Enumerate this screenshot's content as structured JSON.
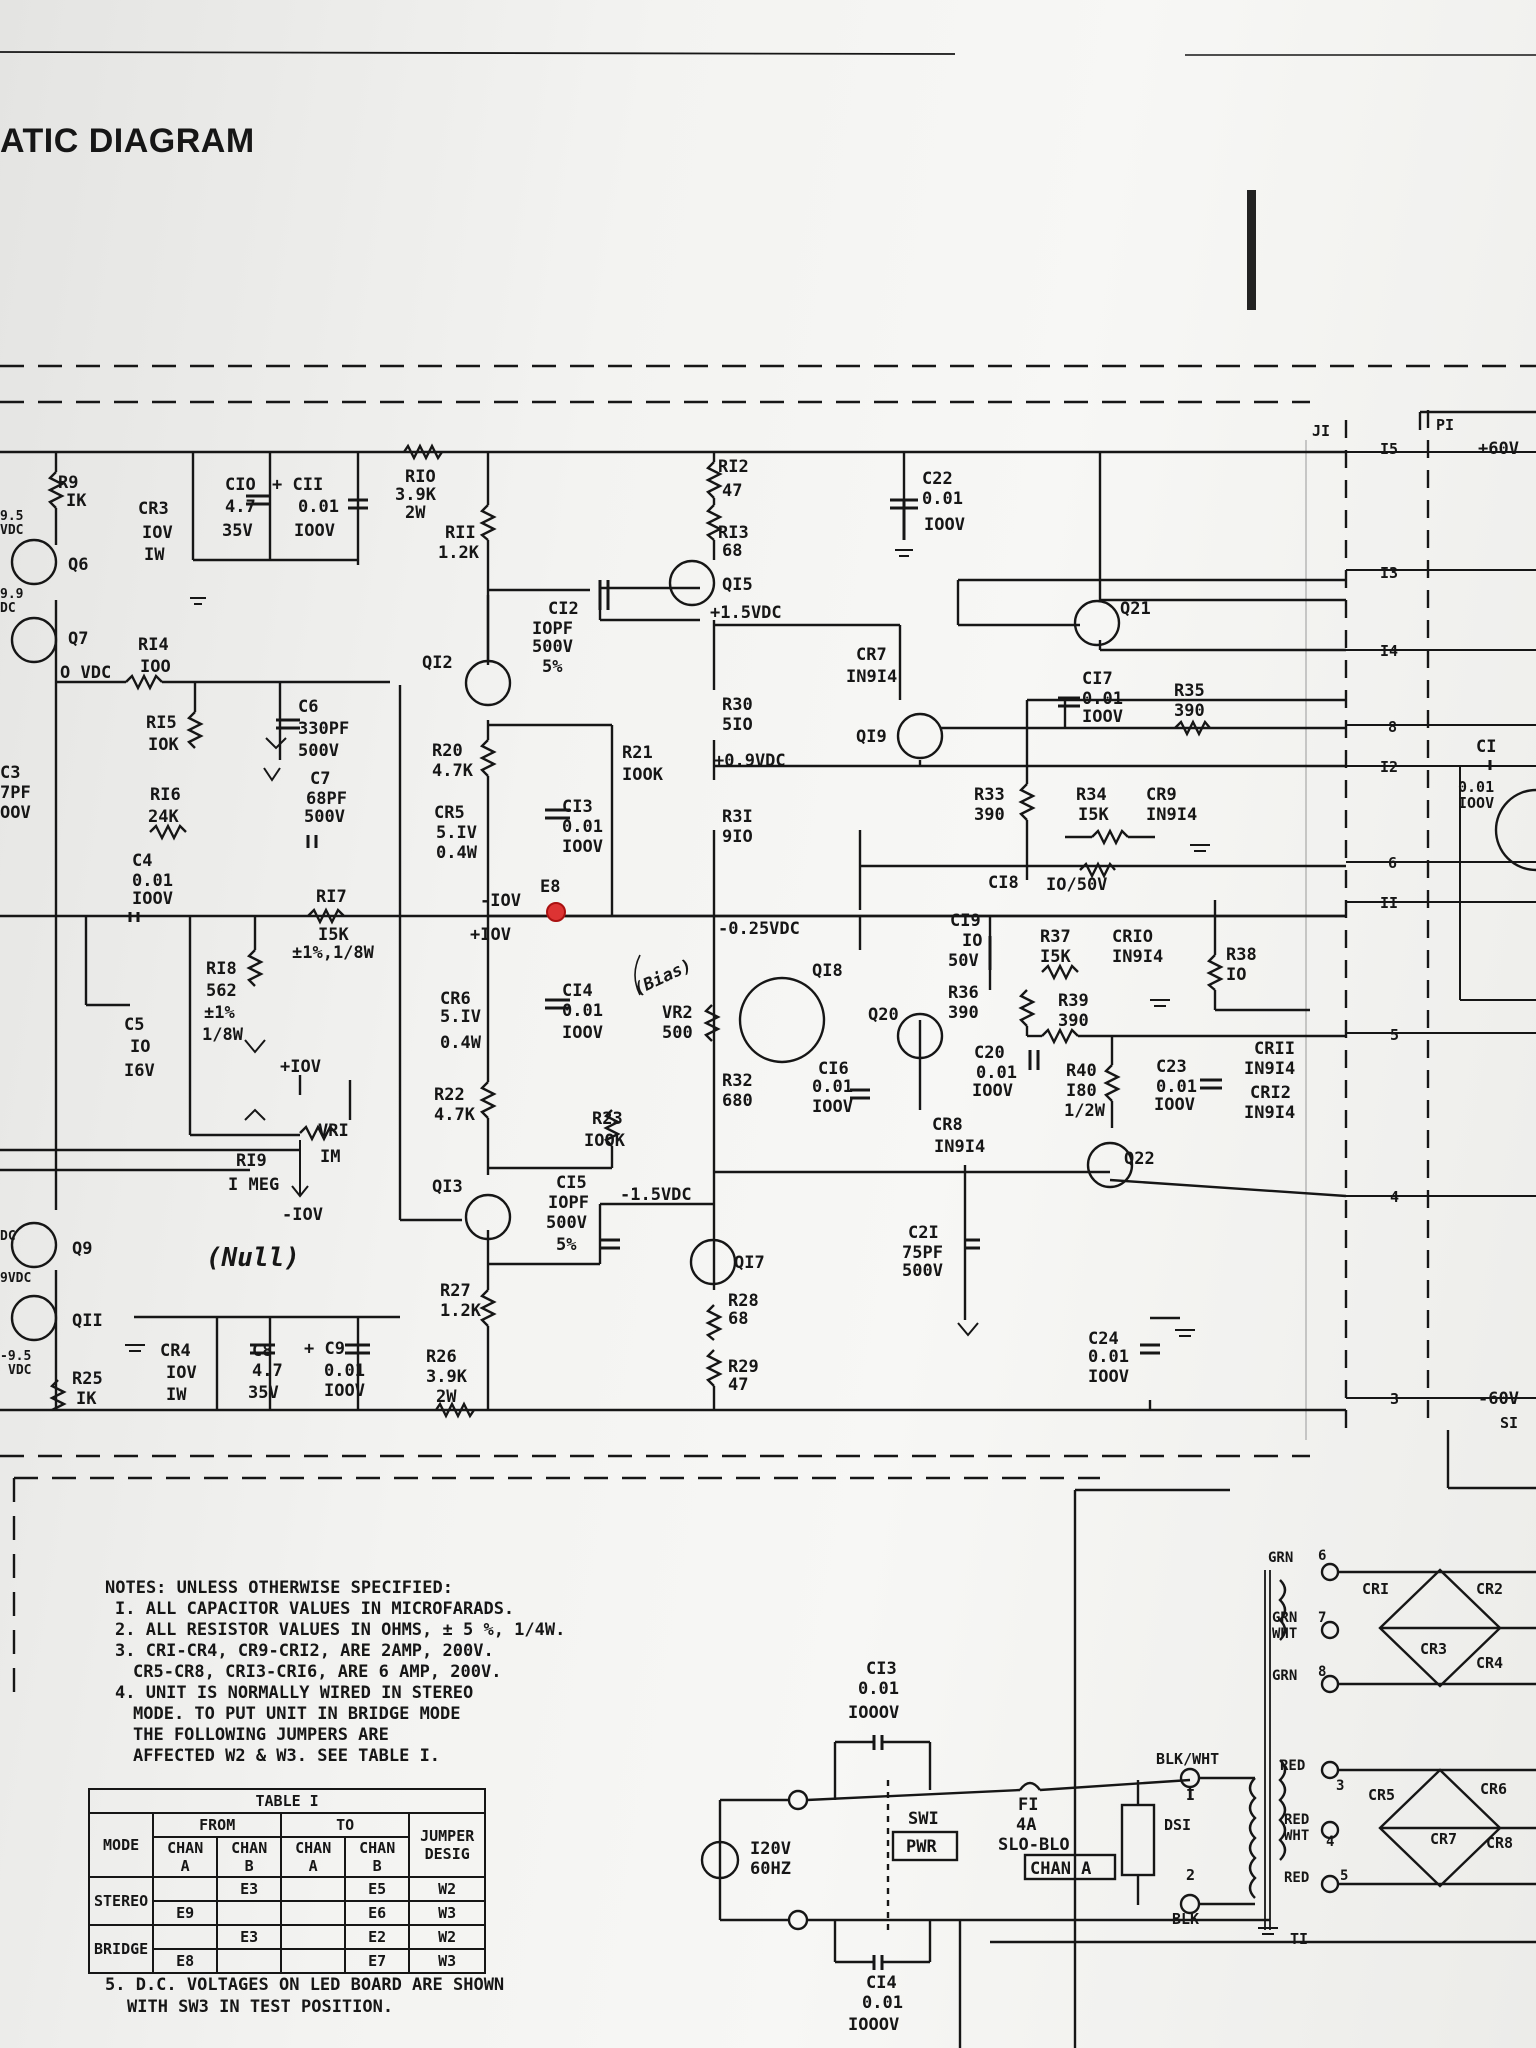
{
  "title": "ATIC DIAGRAM",
  "labels": {
    "r9": "R9",
    "r9v": "IK",
    "v_left1": "9.5",
    "v_left1b": "VDC",
    "q6": "Q6",
    "v_left2": "9.9",
    "v_left2b": "DC",
    "q7": "Q7",
    "cr3": "CR3",
    "cr3v": "IOV",
    "cr3w": "IW",
    "c10": "CIO",
    "c10v": "4.7",
    "c10vv": "35V",
    "c11": "+ CII",
    "c11v": "0.01",
    "c11vv": "IOOV",
    "r10": "RIO",
    "r10v": "3.9K",
    "r10w": "2W",
    "r11": "RII",
    "r11v": "1.2K",
    "r12": "RI2",
    "r12v": "47",
    "r13": "RI3",
    "r13v": "68",
    "q15": "QI5",
    "v15": "+1.5VDC",
    "c22": "C22",
    "c22v": "0.01",
    "c22vv": "IOOV",
    "q21": "Q21",
    "c12": "CI2",
    "c12v": "IOPF",
    "c12vv": "500V",
    "c12p": "5%",
    "q12": "QI2",
    "r14": "RI4",
    "r14v": "IOO",
    "ovdc": "O VDC",
    "r15": "RI5",
    "r15v": "IOK",
    "c6": "C6",
    "c6v": "330PF",
    "c6vv": "500V",
    "c7": "C7",
    "c7v": "68PF",
    "c7vv": "500V",
    "r16": "RI6",
    "r16v": "24K",
    "c3": "C3",
    "c3v": "7PF",
    "c3vv": "OOV",
    "c4": "C4",
    "c4v": "0.01",
    "c4vv": "IOOV",
    "r17": "RI7",
    "r17v": "I5K",
    "r17t": "±1%,1/8W",
    "r20": "R20",
    "r20v": "4.7K",
    "cr5": "CR5",
    "cr5v": "5.IV",
    "cr5w": "0.4W",
    "c13a": "CI3",
    "c13av": "0.01",
    "c13avv": "IOOV",
    "r21": "R21",
    "r21v": "IOOK",
    "m10v": "-IOV",
    "e8": "E8",
    "p10v": "+IOV",
    "cr7": "CR7",
    "cr7v": "IN9I4",
    "r30": "R30",
    "r30v": "5IO",
    "v09": "+0.9VDC",
    "q19": "QI9",
    "c17": "CI7",
    "c17v": "0.01",
    "c17vv": "IOOV",
    "r35": "R35",
    "r35v": "390",
    "r31": "R3I",
    "r31v": "9IO",
    "r33": "R33",
    "r33v": "390",
    "r34": "R34",
    "r34v": "I5K",
    "cr9": "CR9",
    "cr9v": "IN9I4",
    "c18": "CI8",
    "c18v": "IO/50V",
    "v025": "-0.25VDC",
    "q18": "QI8",
    "bias": "(Bias)",
    "vr2": "VR2",
    "vr2v": "500",
    "c19": "CI9",
    "c19v": "IO",
    "c19vv": "50V",
    "r37": "R37",
    "r37v": "I5K",
    "cr10": "CRIO",
    "cr10v": "IN9I4",
    "r38": "R38",
    "r38v": "IO",
    "r36": "R36",
    "r36v": "390",
    "r39": "R39",
    "r39v": "390",
    "q20": "Q20",
    "r18": "RI8",
    "r18v": "562",
    "r18t": "±1%",
    "r18w": "1/8W",
    "c5": "C5",
    "c5v": "IO",
    "c5vv": "I6V",
    "cr6": "CR6",
    "cr6v": "5.IV",
    "cr6w": "0.4W",
    "c14a": "CI4",
    "c14av": "0.01",
    "c14avv": "IOOV",
    "r32": "R32",
    "r32v": "680",
    "c16": "CI6",
    "c16v": "0.01",
    "c16vv": "IOOV",
    "c20": "C20",
    "c20v": "0.01",
    "c20vv": "IOOV",
    "r40": "R40",
    "r40v": "I80",
    "r40w": "1/2W",
    "c23": "C23",
    "c23v": "0.01",
    "c23vv": "IOOV",
    "cr11": "CRII",
    "cr11v": "IN9I4",
    "cr12": "CRI2",
    "cr12v": "IN9I4",
    "p10b": "+IOV",
    "vr1": "VRI",
    "vr1v": "IM",
    "r22": "R22",
    "r22v": "4.7K",
    "r23": "R23",
    "r23v": "IOOK",
    "cr8": "CR8",
    "cr8v": "IN9I4",
    "q22": "Q22",
    "r19": "RI9",
    "r19v": "I MEG",
    "m10b": "-IOV",
    "null": "(Null)",
    "q13": "QI3",
    "c15": "CI5",
    "c15v": "IOPF",
    "c15vv": "500V",
    "c15p": "5%",
    "v15n": "-1.5VDC",
    "c21": "C2I",
    "c21v": "75PF",
    "c21vv": "500V",
    "q9": "Q9",
    "q17": "QI7",
    "v_left3": "DC",
    "v_left4": "9VDC",
    "q11": "QII",
    "r27": "R27",
    "r27v": "1.2K",
    "r28": "R28",
    "r28v": "68",
    "c24": "C24",
    "c24v": "0.01",
    "c24vv": "IOOV",
    "v_left5": "-9.5",
    "v_left5b": "VDC",
    "r25": "R25",
    "r25v": "IK",
    "cr4": "CR4",
    "cr4v": "IOV",
    "cr4w": "IW",
    "c8": "C8",
    "c8v": "4.7",
    "c8vv": "35V",
    "c9": "+ C9",
    "c9v": "0.01",
    "c9vv": "IOOV",
    "r26": "R26",
    "r26v": "3.9K",
    "r26w": "2W",
    "r29": "R29",
    "r29v": "47",
    "j1": "JI",
    "p1": "PI",
    "pin15": "I5",
    "p60": "+60V",
    "pin13": "I3",
    "pin14": "I4",
    "pin8": "8",
    "pin12": "I2",
    "c1": "CI",
    "c1v": "0.01",
    "c1vv": "IOOV",
    "pin6": "6",
    "pin11": "II",
    "pin5": "5",
    "pin4": "4",
    "pin3": "3",
    "m60": "-60V",
    "s1": "SI",
    "c13b": "CI3",
    "c13bv": "0.01",
    "c13bvv": "IOOOV",
    "ac": "I20V",
    "acb": "60HZ",
    "sw1": "SWI",
    "pwr": "PWR",
    "f1": "FI",
    "f1v": "4A",
    "f1t": "SLO-BLO",
    "chana": "CHAN A",
    "c14b": "CI4",
    "c14bv": "0.01",
    "c14bvv": "IOOOV",
    "grn6": "GRN",
    "n6": "6",
    "grnwht": "GRN",
    "wht": "WHT",
    "n7": "7",
    "grn8": "GRN",
    "n8": "8",
    "cr1": "CRI",
    "cr2": "CR2",
    "cr3b": "CR3",
    "cr4b": "CR4",
    "blkwht": "BLK/WHT",
    "n1": "I",
    "ds1": "DSI",
    "n2": "2",
    "blk": "BLK",
    "red": "RED",
    "n3": "3",
    "redwht": "RED",
    "wht2": "WHT",
    "n4": "4",
    "red2": "RED",
    "n5": "5",
    "cr5b": "CR5",
    "cr6b": "CR6",
    "cr7b": "CR7",
    "cr8b": "CR8",
    "t1": "TI"
  },
  "notes": {
    "heading": "NOTES: UNLESS OTHERWISE SPECIFIED:",
    "n1": "I. ALL CAPACITOR VALUES IN MICROFARADS.",
    "n2": "2. ALL RESISTOR  VALUES IN OHMS, ± 5 %, 1/4W.",
    "n3a": "3. CRI-CR4, CR9-CRI2, ARE 2AMP, 200V.",
    "n3b": "CR5-CR8, CRI3-CRI6, ARE 6 AMP, 200V.",
    "n4a": "4. UNIT IS NORMALLY WIRED IN STEREO",
    "n4b": "MODE. TO PUT UNIT IN BRIDGE MODE",
    "n4c": "THE FOLLOWING JUMPERS ARE",
    "n4d": "AFFECTED W2 & W3. SEE TABLE I.",
    "n5a": "5. D.C. VOLTAGES ON LED BOARD ARE SHOWN",
    "n5b": "WITH SW3 IN TEST POSITION."
  },
  "table1": {
    "title": "TABLE I",
    "from": "FROM",
    "to": "TO",
    "mode": "MODE",
    "chan_a": "CHAN A",
    "chan_b": "CHAN B",
    "chan_a2": "CHAN A",
    "chan_b2": "CHAN B",
    "jumper": "JUMPER DESIG",
    "stereo": "STEREO",
    "bridge": "BRIDGE",
    "rows": [
      {
        "from_a": "",
        "from_b": "E3",
        "to_a": "",
        "to_b": "E5",
        "jumper": "W2"
      },
      {
        "from_a": "E9",
        "from_b": "",
        "to_a": "",
        "to_b": "E6",
        "jumper": "W3"
      },
      {
        "from_a": "",
        "from_b": "E3",
        "to_a": "",
        "to_b": "E2",
        "jumper": "W2"
      },
      {
        "from_a": "E8",
        "from_b": "",
        "to_a": "",
        "to_b": "E7",
        "jumper": "W3"
      }
    ]
  }
}
